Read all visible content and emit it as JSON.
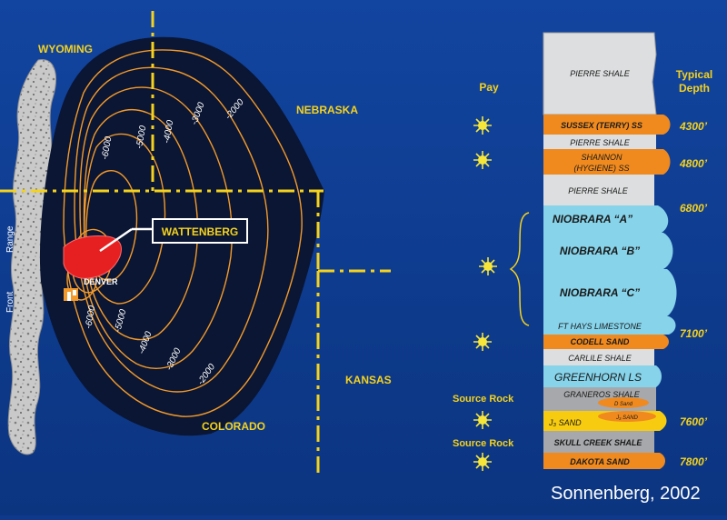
{
  "map": {
    "states": {
      "wyoming": "WYOMING",
      "nebraska": "NEBRASKA",
      "kansas": "KANSAS",
      "colorado": "COLORADO"
    },
    "front_range": [
      "Front",
      "Range"
    ],
    "field_label": "WATTENBERG",
    "city_label": "DENVER",
    "contour_labels": [
      "-2000",
      "-3000",
      "-4000",
      "-5000",
      "-6000",
      "-6000",
      "-5000",
      "-4000",
      "-3000",
      "-2000"
    ]
  },
  "column": {
    "pay_header": "Pay",
    "depth_header": [
      "Typical",
      "Depth"
    ],
    "source_rock_labels": [
      "Source Rock",
      "Source Rock"
    ],
    "units": [
      {
        "label": "PIERRE SHALE",
        "kind": "shale"
      },
      {
        "label": "SUSSEX (TERRY) SS",
        "kind": "sand"
      },
      {
        "label": "PIERRE SHALE",
        "kind": "shale"
      },
      {
        "label": [
          "SHANNON",
          "(HYGIENE) SS"
        ],
        "kind": "sand"
      },
      {
        "label": "PIERRE SHALE",
        "kind": "shale"
      },
      {
        "label": "NIOBRARA “A”",
        "kind": "chalk"
      },
      {
        "label": "NIOBRARA “B”",
        "kind": "chalk"
      },
      {
        "label": "NIOBRARA “C”",
        "kind": "chalk"
      },
      {
        "label": "FT HAYS LIMESTONE",
        "kind": "chalk"
      },
      {
        "label": "CODELL SAND",
        "kind": "sand"
      },
      {
        "label": "CARLILE SHALE",
        "kind": "shale"
      },
      {
        "label": "GREENHORN LS",
        "kind": "chalk"
      },
      {
        "label": "GRANEROS SHALE",
        "kind": "darkshale"
      },
      {
        "label": "J₃ SAND",
        "kind": "jsand"
      },
      {
        "label": "SKULL CREEK SHALE",
        "kind": "darkshale"
      },
      {
        "label": "DAKOTA SAND",
        "kind": "sand"
      }
    ],
    "lens_labels": {
      "d_sand": "D Sand",
      "j_sand": "J₃ SAND"
    },
    "depths": [
      "4300’",
      "4800’",
      "6800’",
      "7100’",
      "7600’",
      "7800’"
    ]
  },
  "colors": {
    "background": "#0e3b8e",
    "basin": "#0a1633",
    "contour": "#f39a2a",
    "boundary": "#f5d21c",
    "field": "#e62020",
    "sand": "#f08a1e",
    "chalk": "#86d3ea",
    "shale": "#dcdedf",
    "darkshale": "#a6a8ab",
    "jsand": "#f7cc10",
    "sun": "#f7e63a"
  },
  "credit": "Sonnenberg, 2002"
}
